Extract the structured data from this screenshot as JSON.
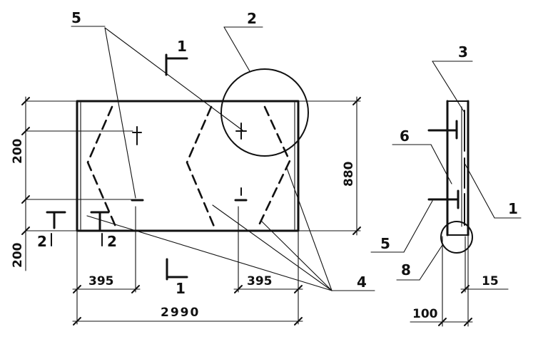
{
  "dimensions": {
    "length": "2990",
    "height": "880",
    "anchor_offset_left": "395",
    "anchor_offset_right": "395",
    "edge_offset_top": "200",
    "edge_offset_bottom": "200",
    "thickness": "100",
    "cover": "15"
  },
  "callouts": {
    "c1_top": "1",
    "c1_bottom": "1",
    "c1_side": "1",
    "c2_detail": "2",
    "c2_section_left": "2",
    "c2_section_right": "2",
    "c3": "3",
    "c4": "4",
    "c5_top": "5",
    "c5_side": "5",
    "c6": "6",
    "c8": "8"
  }
}
